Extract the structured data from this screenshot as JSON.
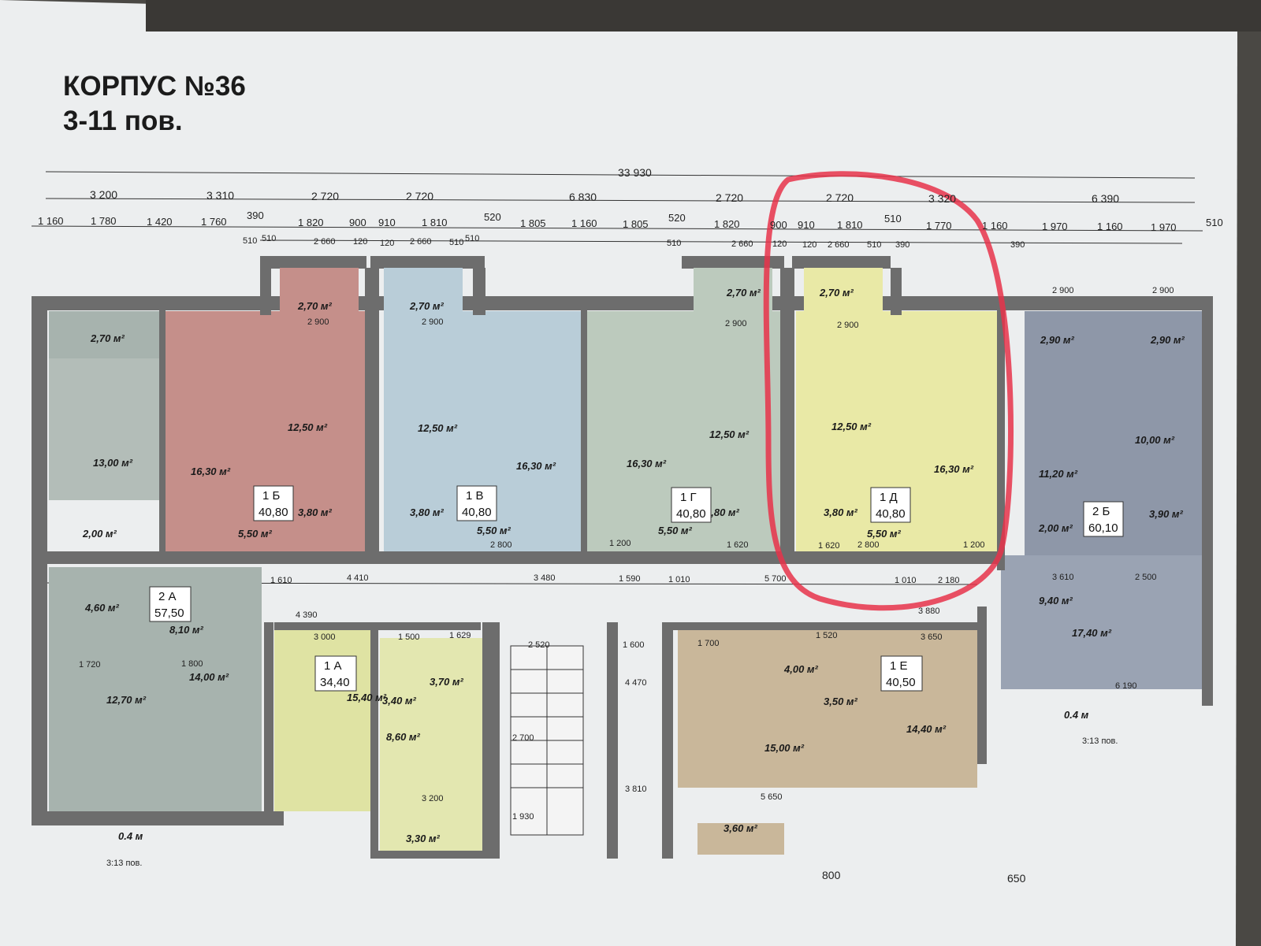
{
  "title": {
    "building": "КОРПУС №36",
    "floors": "3-11 пов."
  },
  "dimensions": {
    "total": "33 930",
    "row1": [
      "3 200",
      "3 310",
      "2 720",
      "2 720",
      "6 830",
      "2 720",
      "2 720",
      "3 320",
      "6 390"
    ],
    "row2": [
      "1 160",
      "1 780",
      "1 420",
      "1 760",
      "390",
      "1 820",
      "900",
      "910",
      "1 810",
      "520",
      "1 805",
      "1 160",
      "1 805",
      "520",
      "1 820",
      "900",
      "910",
      "1 810",
      "510",
      "1 770",
      "1 160",
      "1 970",
      "1 160",
      "1 970",
      "510"
    ],
    "row3": [
      "510",
      "510",
      "2 660",
      "120",
      "120",
      "2 660",
      "510",
      "510",
      "510",
      "2 660",
      "120",
      "120",
      "2 660",
      "510",
      "390",
      "390"
    ],
    "bottom": [
      "800",
      "650"
    ],
    "mid": [
      "2 900",
      "2 900",
      "2 900",
      "2 900",
      "2 900",
      "2 900",
      "2 800",
      "1 200",
      "1 620",
      "1 620",
      "1 200",
      "2 800",
      "5 700",
      "4 410",
      "3 480",
      "1 590",
      "1 010",
      "1 610",
      "1 010",
      "2 180",
      "3 880",
      "3 650",
      "5 650",
      "3 000",
      "1 720",
      "1 800",
      "4 390",
      "1 500",
      "1 629",
      "1 700",
      "1 520",
      "1 600",
      "2 520",
      "6 190",
      "3 610",
      "2 500",
      "4 470",
      "3 810",
      "2 700",
      "1 930",
      "3 200"
    ]
  },
  "rooms": [
    "2,70 м²",
    "2,70 м²",
    "2,70 м²",
    "13,00 м²",
    "16,30 м²",
    "12,50 м²",
    "12,50 м²",
    "16,30 м²",
    "16,30 м²",
    "12,50 м²",
    "2,70 м²",
    "2,70 м²",
    "12,50 м²",
    "16,30 м²",
    "2,90 м²",
    "2,90 м²",
    "10,00 м²",
    "11,20 м²",
    "3,80 м²",
    "5,50 м²",
    "3,80 м²",
    "5,50 м²",
    "3,80 м²",
    "5,50 м²",
    "3,80 м²",
    "5,50 м²",
    "3,90 м²",
    "2,00 м²",
    "2,00 м²",
    "4,60 м²",
    "8,10 м²",
    "12,70 м²",
    "14,00 м²",
    "15,40 м²",
    "3,40 м²",
    "3,70 м²",
    "8,60 м²",
    "3,30 м²",
    "4,00 м²",
    "3,50 м²",
    "15,00 м²",
    "14,40 м²",
    "3,60 м²",
    "9,40 м²",
    "17,40 м²",
    "0.4 м",
    "0.4 м"
  ],
  "apartments": [
    {
      "code": "1 Б",
      "area": "40,80"
    },
    {
      "code": "1 В",
      "area": "40,80"
    },
    {
      "code": "1 Г",
      "area": "40,80"
    },
    {
      "code": "1 Д",
      "area": "40,80"
    },
    {
      "code": "2 Б",
      "area": "60,10"
    },
    {
      "code": "2 А",
      "area": "57,50"
    },
    {
      "code": "1 А",
      "area": "34,40"
    },
    {
      "code": "1 Е",
      "area": "40,50"
    }
  ],
  "notes": [
    "3:13 пов.",
    "3:13 пов."
  ],
  "colors": {
    "paper": "#eceeef",
    "wall": "#6d6d6d",
    "highlight": "#e8334a",
    "apt_1b": "#c58f8a",
    "apt_1v": "#b9cdd8",
    "apt_1g": "#bccabd",
    "apt_1d": "#e9e9a6",
    "apt_2b": "#8e97a8",
    "apt_2a": "#a7b3ae",
    "apt_1a": "#dfe3a3",
    "apt_1e": "#c9b79a"
  }
}
